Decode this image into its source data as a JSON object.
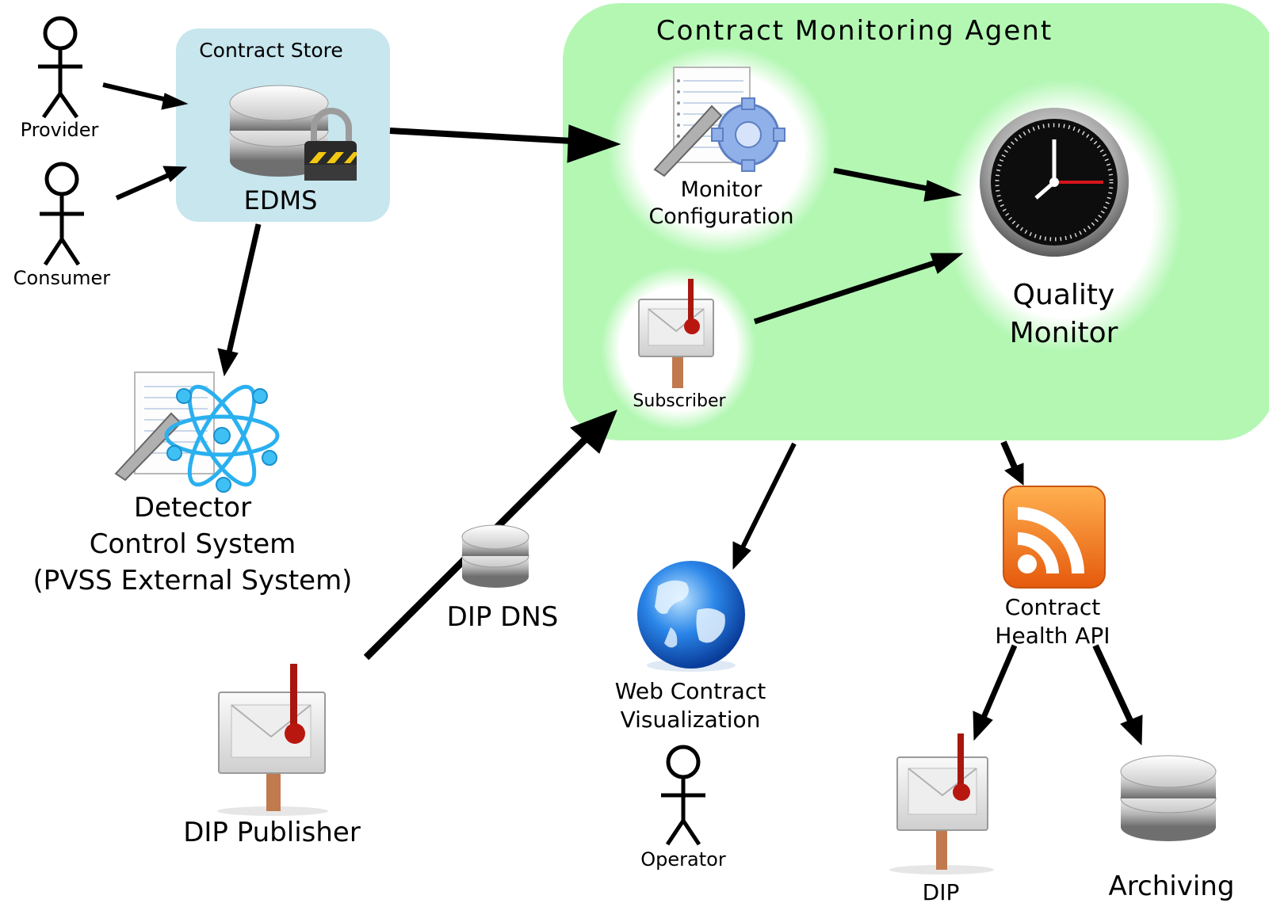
{
  "actors": {
    "provider": "Provider",
    "consumer": "Consumer",
    "operator": "Operator"
  },
  "contract_store": {
    "title": "Contract Store",
    "edms": "EDMS"
  },
  "agent": {
    "title": "Contract Monitoring Agent",
    "monitor_config": [
      "Monitor",
      "Configuration"
    ],
    "quality_monitor": [
      "Quality",
      "Monitor"
    ],
    "subscriber": "Subscriber"
  },
  "detector": [
    "Detector",
    "Control System",
    "(PVSS External System)"
  ],
  "dip_dns": "DIP DNS",
  "dip_publisher": "DIP Publisher",
  "web_viz": [
    "Web Contract",
    "Visualization"
  ],
  "health_api": [
    "Contract",
    "Health API"
  ],
  "dip": "DIP",
  "archiving": "Archiving",
  "colors": {
    "agent_bg": "#b3f7b3",
    "store_bg": "#c7e6ee",
    "rss": "#f07a1a",
    "globe": "#1f6fd6"
  }
}
